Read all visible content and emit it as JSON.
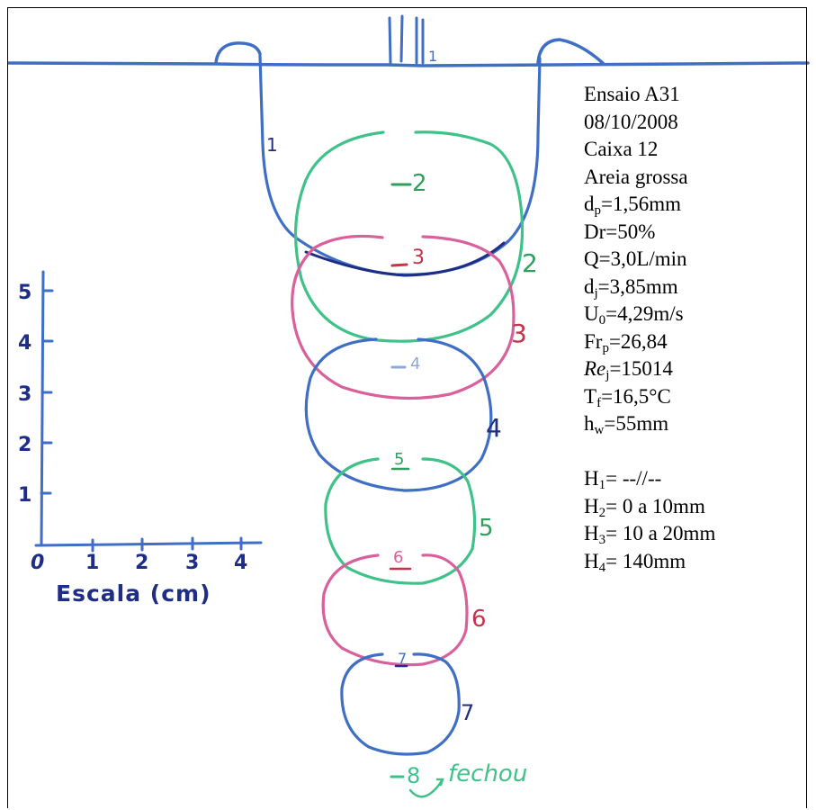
{
  "colors": {
    "blue": "#3f6fc4",
    "dark_blue": "#1e2d86",
    "green": "#3fc28a",
    "pink": "#d9609a",
    "red": "#c2344a",
    "black": "#000000"
  },
  "handwriting": {
    "pipe_label": "1",
    "contour_1": "1",
    "contour_2": "2",
    "contour_3": "3",
    "contour_4": "4",
    "contour_5": "5",
    "contour_6": "6",
    "contour_7": "7",
    "inner_2": "2",
    "inner_3": "3",
    "inner_4": "4",
    "inner_5": "5",
    "inner_6": "6",
    "inner_7": "7",
    "closed_number": "8",
    "closed_note": "fechou"
  },
  "scale": {
    "x_ticks": [
      "0",
      "1",
      "2",
      "3",
      "4"
    ],
    "y_ticks": [
      "1",
      "2",
      "3",
      "4",
      "5"
    ],
    "caption": "Escala (cm)"
  },
  "info": {
    "test": "Ensaio A31",
    "date": "08/10/2008",
    "box": "Caixa 12",
    "sand": "Areia grossa",
    "dp_main": "d",
    "dp_sub": "p",
    "dp_val": "=1,56mm",
    "dr": "Dr=50%",
    "q": "Q=3,0L/min",
    "dj_main": "d",
    "dj_sub": "j",
    "dj_val": "=3,85mm",
    "u0_main": "U",
    "u0_sub": "0",
    "u0_val": "=4,29m/s",
    "frp_main": "Fr",
    "frp_sub": "p",
    "frp_val": "=26,84",
    "rej_main": "Re",
    "rej_sub": "j",
    "rej_val": "=15014",
    "tf_main": "T",
    "tf_sub": "f",
    "tf_val": "=16,5°C",
    "hw_main": "h",
    "hw_sub": "w",
    "hw_val": "=55mm",
    "h1_main": "H",
    "h1_sub": "1",
    "h1_val": "= --//--",
    "h2_main": "H",
    "h2_sub": "2",
    "h2_val": "= 0 a 10mm",
    "h3_main": "H",
    "h3_sub": "3",
    "h3_val": "= 10 a 20mm",
    "h4_main": "H",
    "h4_sub": "4",
    "h4_val": "= 140mm"
  }
}
